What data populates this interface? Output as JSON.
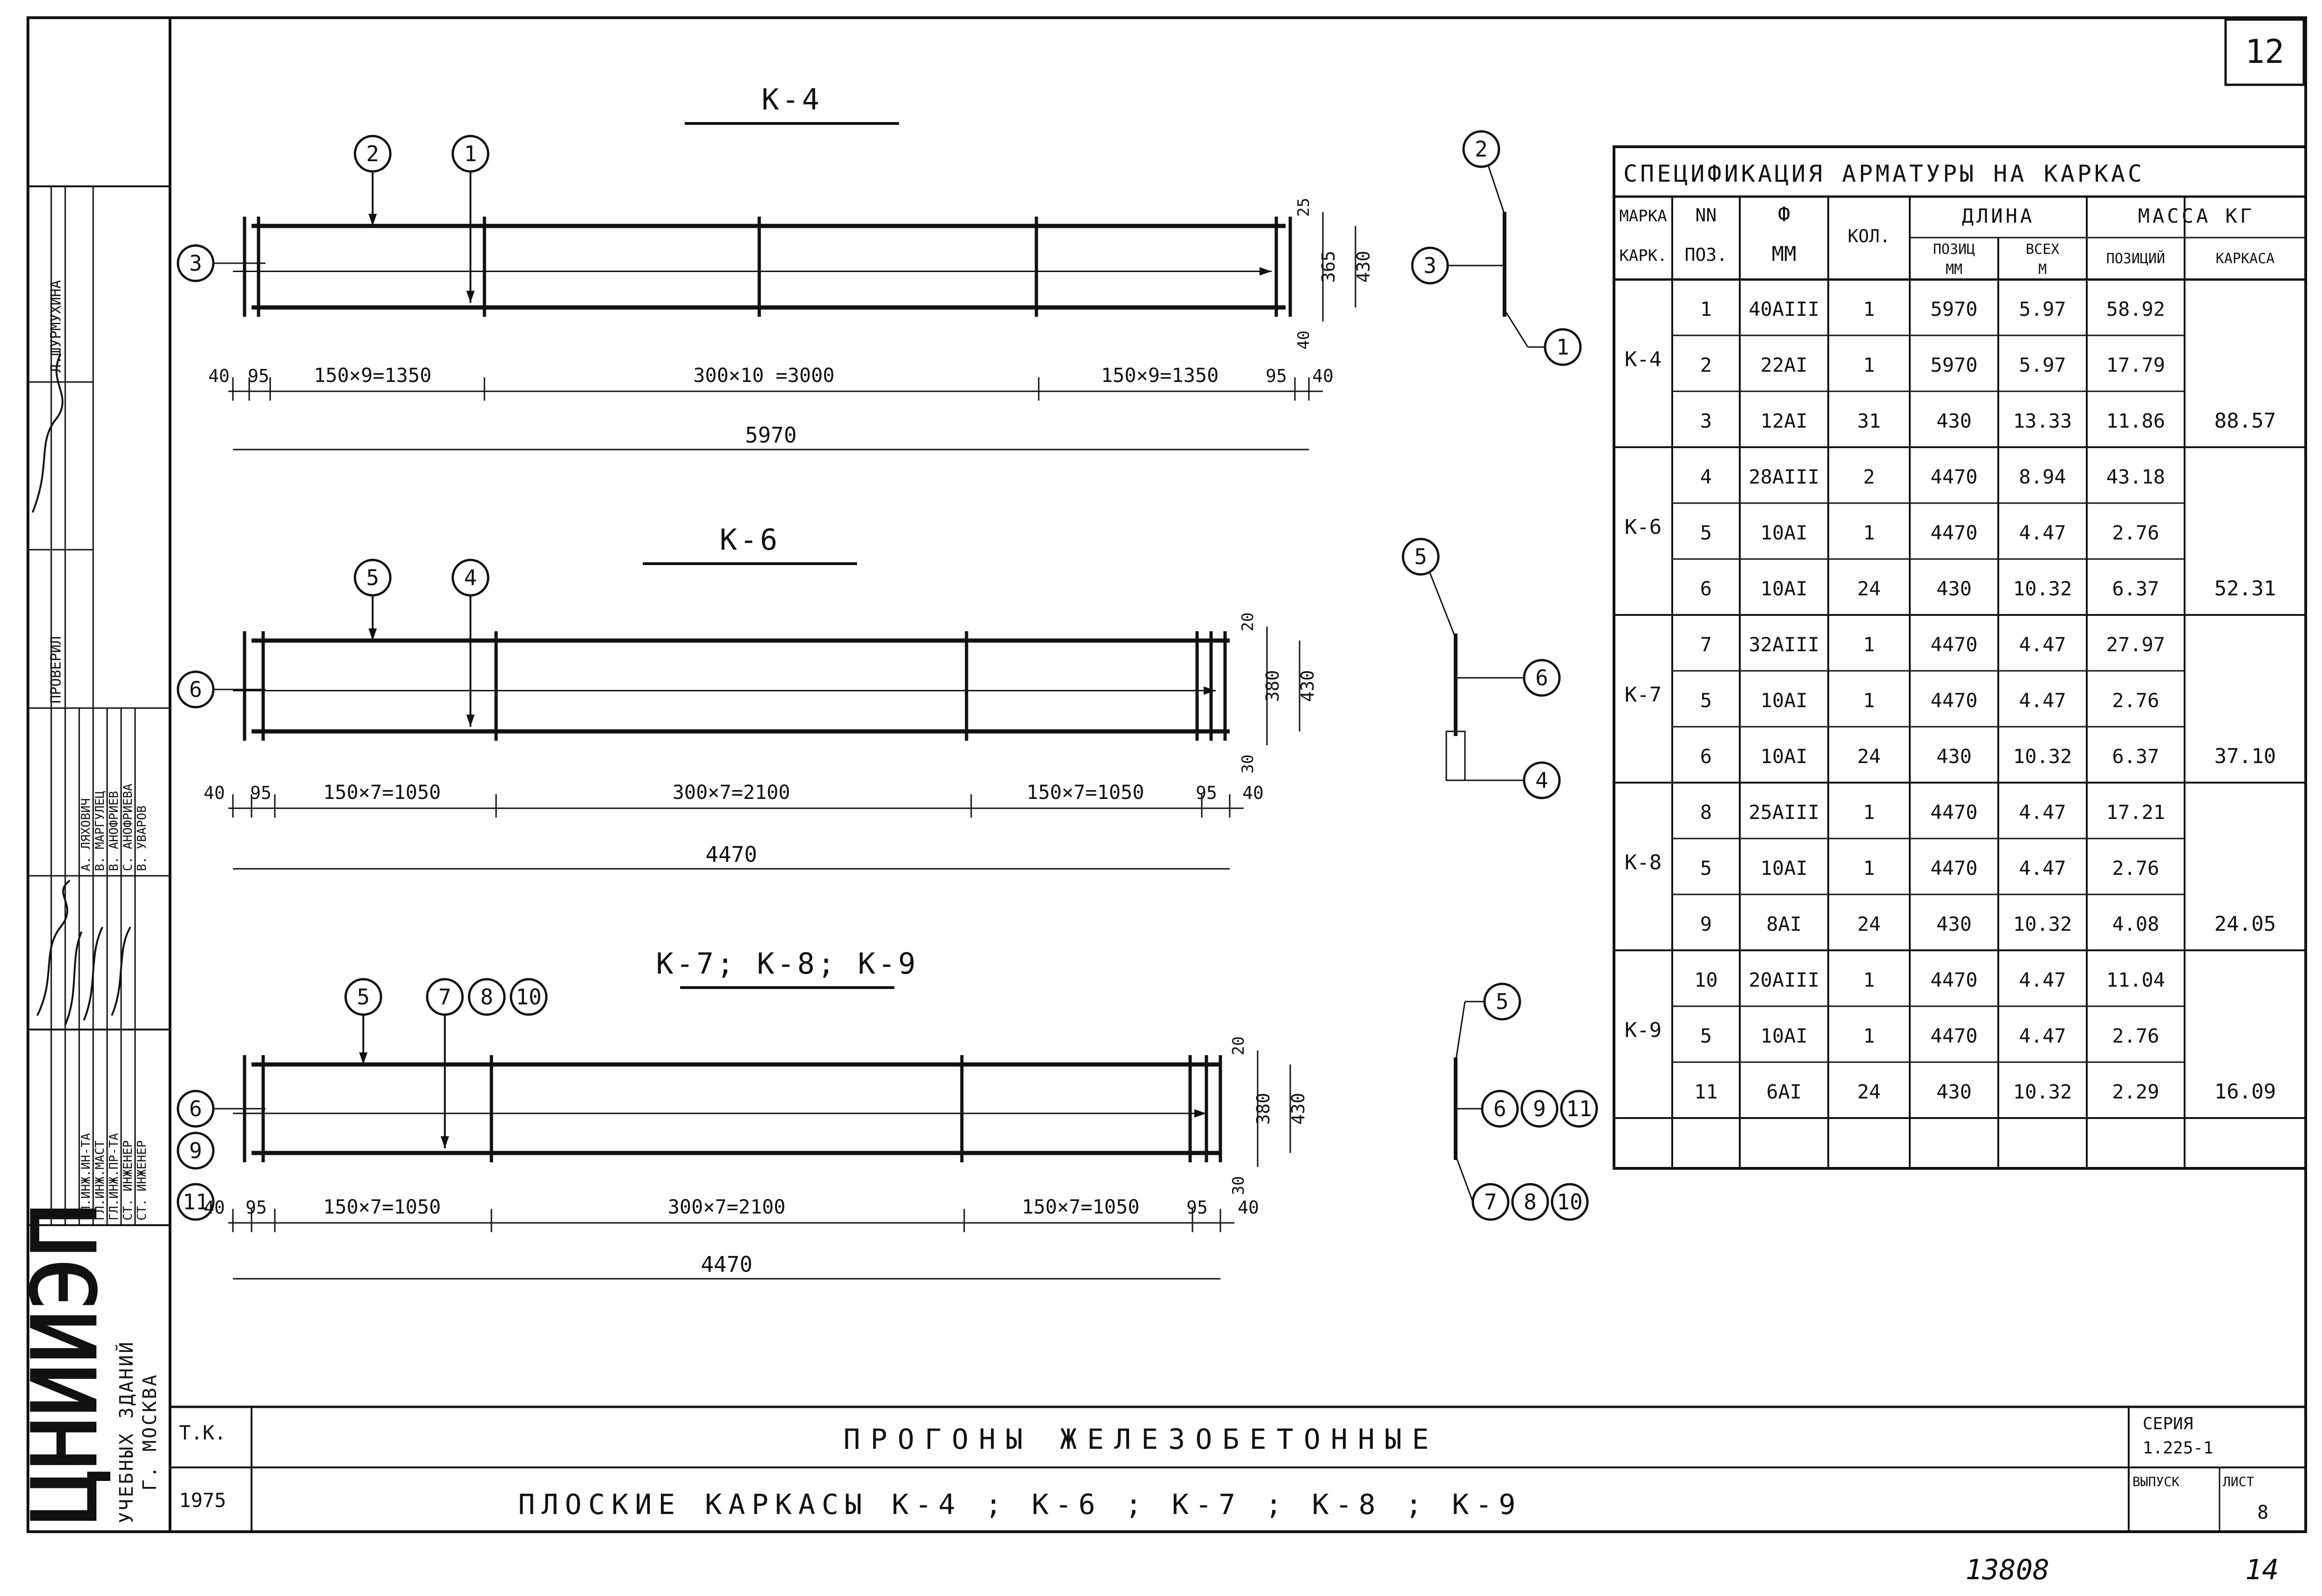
{
  "sheet_number": "12",
  "bottom_numbers": {
    "archive": "13808",
    "page": "14"
  },
  "left_strip": {
    "org": "ЦНИИЭП",
    "org_full": "УЧЕБНЫХ ЗДАНИЙ",
    "city": "Г. МОСКВА",
    "signatures": [
      {
        "role": "ГЛ.ИНЖ.ИН-ТА",
        "name": "А. ЛЯХОВИЧ"
      },
      {
        "role": "ГЛ.ИНЖ.МАСТ",
        "name": "В. МАРГУЛЕЦ"
      },
      {
        "role": "ГЛ.ИНЖ.ПР-ТА",
        "name": "В. АНОФРИЕВ"
      },
      {
        "role": "СТ. ИНЖЕНЕР",
        "name": "С. АНОФРИЕВА"
      },
      {
        "role": "СТ. ИНЖЕНЕР",
        "name": "В. УВАРОВ"
      }
    ],
    "checked_label": "ПРОВЕРИЛ",
    "checked_name": "Л.ШУРМУХИНА"
  },
  "frames": [
    {
      "title": "К-4",
      "markers_top": [
        "2",
        "1"
      ],
      "markers_left": [
        "3"
      ],
      "dims_top": [
        "40",
        "95",
        "150×9=1350",
        "300×10 =3000",
        "150×9=1350",
        "95",
        "40"
      ],
      "total": "5970",
      "heights": [
        "25",
        "365",
        "430",
        "40"
      ]
    },
    {
      "title": "К-6",
      "markers_top": [
        "5",
        "4"
      ],
      "markers_left": [
        "6"
      ],
      "dims_top": [
        "40",
        "95",
        "150×7=1050",
        "300×7=2100",
        "150×7=1050",
        "95",
        "40"
      ],
      "total": "4470",
      "heights": [
        "20",
        "380",
        "430",
        "30"
      ]
    },
    {
      "title": "К-7; К-8; К-9",
      "markers_top": [
        "5",
        "7",
        "8",
        "10"
      ],
      "markers_left": [
        "6",
        "9",
        "11"
      ],
      "dims_top": [
        "40",
        "95",
        "150×7=1050",
        "300×7=2100",
        "150×7=1050",
        "95",
        "40"
      ],
      "total": "4470",
      "heights": [
        "20",
        "380",
        "430",
        "30"
      ]
    }
  ],
  "sections": [
    {
      "top": [
        "2"
      ],
      "left": [
        "3"
      ],
      "bottom": [
        "1"
      ]
    },
    {
      "top": [
        "5"
      ],
      "right1": [
        "6"
      ],
      "right2": [
        "4"
      ]
    },
    {
      "top": [
        "5"
      ],
      "mid": [
        "6",
        "9",
        "11"
      ],
      "bottom": [
        "7",
        "8",
        "10"
      ]
    }
  ],
  "spec": {
    "title": "СПЕЦИФИКАЦИЯ АРМАТУРЫ НА КАРКАС",
    "headers": {
      "mark": [
        "МАРКА",
        "КАРК."
      ],
      "pos": [
        "NN",
        "ПОЗ."
      ],
      "dia": [
        "Ф",
        "ММ"
      ],
      "qty": "КОЛ.",
      "length": "ДЛИНА",
      "len_pos": [
        "ПОЗИЦ",
        "ММ"
      ],
      "len_all": [
        "ВСЕХ",
        "М"
      ],
      "mass": "МАССА КГ",
      "mass_pos": "ПОЗИЦИЙ",
      "mass_frame": "КАРКАСА"
    },
    "groups": [
      {
        "mark": "К-4",
        "total": "88.57",
        "rows": [
          [
            "1",
            "40АIII",
            "1",
            "5970",
            "5.97",
            "58.92"
          ],
          [
            "2",
            "22АI",
            "1",
            "5970",
            "5.97",
            "17.79"
          ],
          [
            "3",
            "12АI",
            "31",
            "430",
            "13.33",
            "11.86"
          ]
        ]
      },
      {
        "mark": "К-6",
        "total": "52.31",
        "rows": [
          [
            "4",
            "28АIII",
            "2",
            "4470",
            "8.94",
            "43.18"
          ],
          [
            "5",
            "10АI",
            "1",
            "4470",
            "4.47",
            "2.76"
          ],
          [
            "6",
            "10АI",
            "24",
            "430",
            "10.32",
            "6.37"
          ]
        ]
      },
      {
        "mark": "К-7",
        "total": "37.10",
        "rows": [
          [
            "7",
            "32АIII",
            "1",
            "4470",
            "4.47",
            "27.97"
          ],
          [
            "5",
            "10АI",
            "1",
            "4470",
            "4.47",
            "2.76"
          ],
          [
            "6",
            "10АI",
            "24",
            "430",
            "10.32",
            "6.37"
          ]
        ]
      },
      {
        "mark": "К-8",
        "total": "24.05",
        "rows": [
          [
            "8",
            "25АIII",
            "1",
            "4470",
            "4.47",
            "17.21"
          ],
          [
            "5",
            "10АI",
            "1",
            "4470",
            "4.47",
            "2.76"
          ],
          [
            "9",
            "8АI",
            "24",
            "430",
            "10.32",
            "4.08"
          ]
        ]
      },
      {
        "mark": "К-9",
        "total": "16.09",
        "rows": [
          [
            "10",
            "20АIII",
            "1",
            "4470",
            "4.47",
            "11.04"
          ],
          [
            "5",
            "10АI",
            "1",
            "4470",
            "4.47",
            "2.76"
          ],
          [
            "11",
            "6АI",
            "24",
            "430",
            "10.32",
            "2.29"
          ]
        ]
      }
    ]
  },
  "stamp": {
    "tk_label": "Т.К.",
    "year": "1975",
    "title1": "ПРОГОНЫ ЖЕЛЕЗОБЕТОННЫЕ",
    "title2": "ПЛОСКИЕ КАРКАСЫ К-4 ; К-6 ; К-7 ; К-8 ; К-9",
    "series_label": "СЕРИЯ",
    "series": "1.225-1",
    "issue_label": "ВЫПУСК",
    "sheet_label": "ЛИСТ",
    "sheet": "8"
  }
}
